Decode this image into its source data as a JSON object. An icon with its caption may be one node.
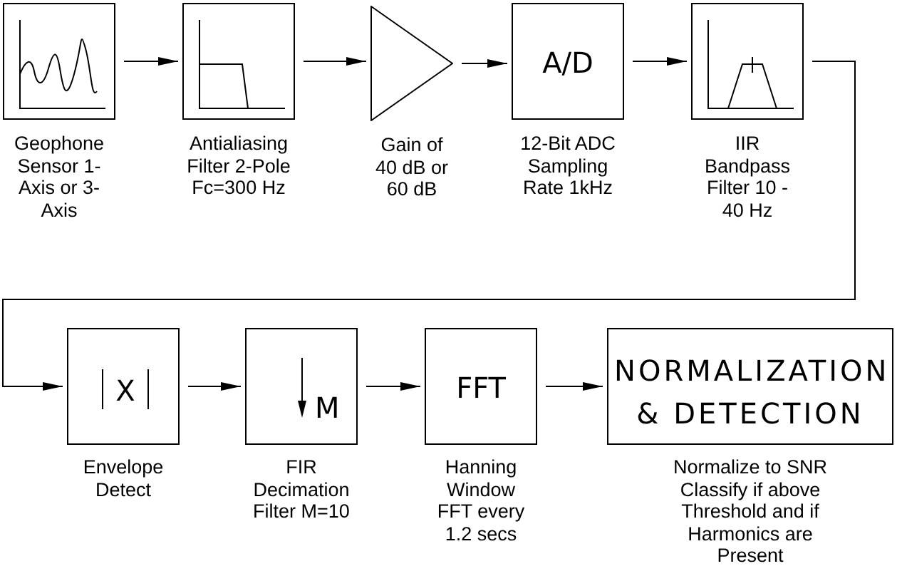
{
  "diagram": {
    "nodes": [
      {
        "text": [],
        "shape": "box",
        "beside": [
          "Geophone Sensor 1-Axis or 3-Axis"
        ]
      },
      {
        "text": [],
        "shape": "box",
        "beside": [
          "Antialiasing Filter 2-Pole Fc=300 Hz"
        ]
      },
      {
        "text": [],
        "shape": "triangle",
        "beside": [
          "Gain of 40 dB or 60 dB"
        ]
      },
      {
        "text": [
          "A/D"
        ],
        "beside": [
          "12-Bit ADC Sampling Rate 1kHz"
        ]
      },
      {
        "text": [],
        "shape": "box",
        "beside": [
          "IIR Bandpass Filter 10 - 40 Hz"
        ]
      },
      {
        "text": [
          "X"
        ],
        "beside": [
          "Envelope Detect"
        ]
      },
      {
        "text": [
          "M"
        ],
        "beside": [
          "FIR Decimation Filter M=10"
        ]
      },
      {
        "text": [
          "FFT"
        ],
        "beside": [
          "Hanning Window FFT every 1.2 secs"
        ]
      },
      {
        "text": [
          "NORMALIZATION & DETECTION"
        ],
        "beside": [
          "Normalize to SNR Classify if above Threshold and if Harmonics are Present"
        ]
      }
    ],
    "edges": [
      {
        "from": 0,
        "to": 1,
        "arrow": "to"
      },
      {
        "from": 1,
        "to": 2,
        "arrow": "to"
      },
      {
        "from": 2,
        "to": 3,
        "arrow": "to"
      },
      {
        "from": 3,
        "to": 4,
        "arrow": "to"
      },
      {
        "from": 4,
        "to": 5,
        "arrow": "to"
      },
      {
        "from": 5,
        "to": 6,
        "arrow": "to"
      },
      {
        "from": 6,
        "to": 7,
        "arrow": "to"
      },
      {
        "from": 7,
        "to": 8,
        "arrow": "to"
      }
    ]
  }
}
